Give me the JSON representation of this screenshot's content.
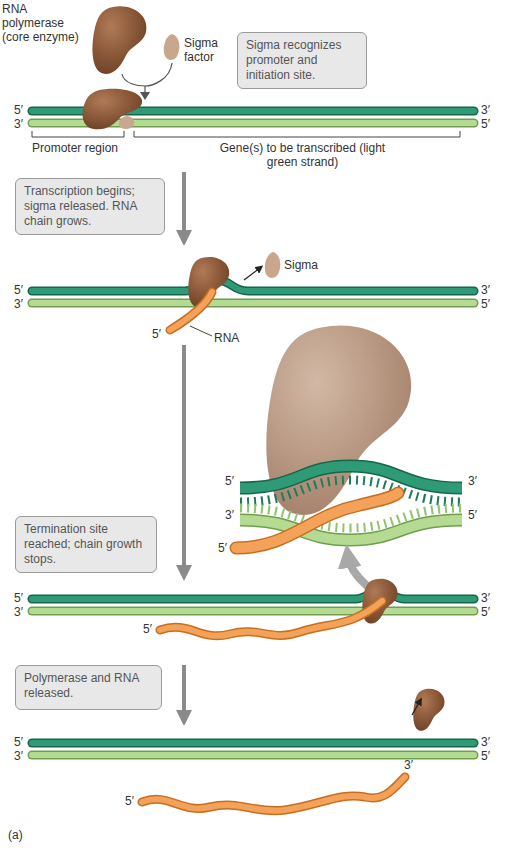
{
  "diagram": {
    "nodes": [
      {
        "text": [
          "Sigma recognizes promoter and initiation site."
        ]
      },
      {
        "text": [
          "Transcription begins; sigma released. RNA chain grows."
        ]
      },
      {
        "text": [
          "Termination site reached; chain growth stops."
        ]
      },
      {
        "text": [
          "Polymerase and RNA released."
        ]
      }
    ],
    "labels": [
      "RNA polymerase (core enzyme)",
      "Sigma factor",
      "5′",
      "3′",
      "3′",
      "5′",
      "Promoter region",
      "Gene(s) to be transcribed (light green strand)",
      "Sigma",
      "5′",
      "3′",
      "3′",
      "5′",
      "5′",
      "RNA",
      "5′",
      "3′",
      "3′",
      "5′",
      "5′",
      "5′",
      "3′",
      "3′",
      "5′",
      "5′",
      "5′",
      "3′",
      "3′",
      "5′",
      "5′",
      "3′",
      "(a)"
    ]
  }
}
